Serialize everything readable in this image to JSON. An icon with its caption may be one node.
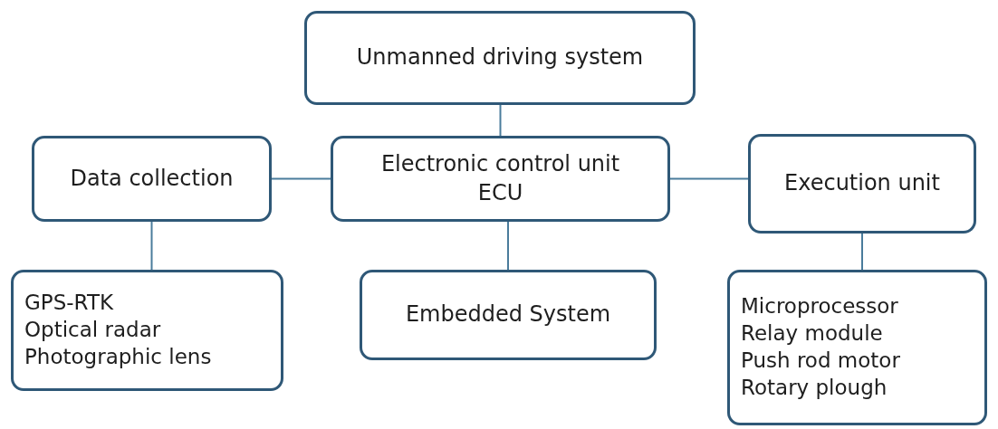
{
  "diagram": {
    "nodes": [
      {
        "text": [
          "Unmanned driving system"
        ]
      },
      {
        "text": [
          "Data collection"
        ]
      },
      {
        "text": [
          "Electronic control unit",
          "ECU"
        ]
      },
      {
        "text": [
          "Execution unit"
        ]
      },
      {
        "text": [
          "GPS-RTK",
          "Optical radar",
          "Photographic lens"
        ]
      },
      {
        "text": [
          "Embedded System"
        ]
      },
      {
        "text": [
          "Microprocessor",
          "Relay module",
          "Push rod motor",
          "Rotary plough"
        ]
      }
    ],
    "edges": [
      {
        "from": 0,
        "to": 2,
        "arrow": "none"
      },
      {
        "from": 1,
        "to": 2,
        "arrow": "none"
      },
      {
        "from": 2,
        "to": 3,
        "arrow": "none"
      },
      {
        "from": 1,
        "to": 4,
        "arrow": "none"
      },
      {
        "from": 2,
        "to": 5,
        "arrow": "none"
      },
      {
        "from": 3,
        "to": 6,
        "arrow": "none"
      }
    ]
  }
}
